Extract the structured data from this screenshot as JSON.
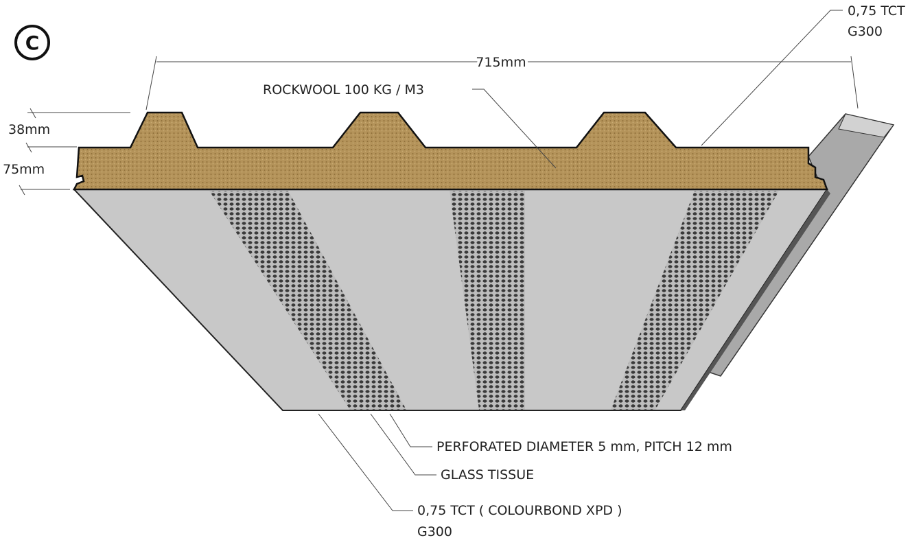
{
  "copyright_symbol": "©",
  "dimensions": {
    "width": "715mm",
    "rib_height": "38mm",
    "panel_thickness": "75mm"
  },
  "labels": {
    "core": "ROCKWOOL 100 KG / M3",
    "top_sheet_line1": "0,75 TCT",
    "top_sheet_line2": "G300",
    "perforation": "PERFORATED DIAMETER 5 mm, PITCH 12 mm",
    "glass_tissue": "GLASS TISSUE",
    "bottom_sheet_line1": "0,75 TCT ( COLOURBOND XPD )",
    "bottom_sheet_line2": "G300"
  },
  "colors": {
    "core": "#b08f52",
    "sheet": "#c8c8c8",
    "side": "#a9a9a9"
  }
}
